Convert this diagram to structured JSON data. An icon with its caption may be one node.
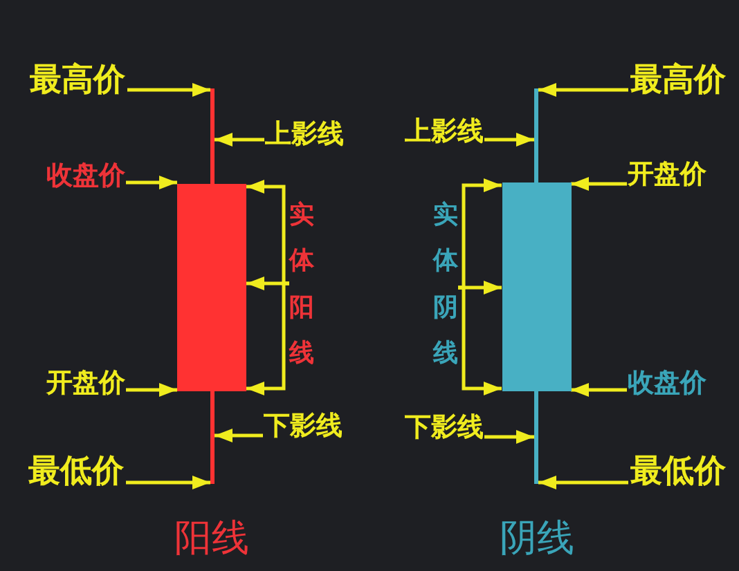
{
  "diagram": {
    "nodes": [
      {
        "text": [
          "最高价"
        ]
      },
      {
        "text": [
          "上影线"
        ]
      },
      {
        "text": [
          "收盘价"
        ]
      },
      {
        "text": [
          "实体阳线"
        ]
      },
      {
        "text": [
          "开盘价"
        ]
      },
      {
        "text": [
          "下影线"
        ]
      },
      {
        "text": [
          "最低价"
        ]
      },
      {
        "text": [],
        "shape": "line"
      },
      {
        "text": [],
        "shape": "box"
      },
      {
        "text": [],
        "shape": "line"
      },
      {
        "text": [
          "最高价"
        ]
      },
      {
        "text": [
          "上影线"
        ]
      },
      {
        "text": [
          "开盘价"
        ]
      },
      {
        "text": [
          "实体阴线"
        ]
      },
      {
        "text": [
          "收盘价"
        ]
      },
      {
        "text": [
          "下影线"
        ]
      },
      {
        "text": [
          "最低价"
        ]
      },
      {
        "text": [],
        "shape": "line"
      },
      {
        "text": [],
        "shape": "box"
      },
      {
        "text": [],
        "shape": "line"
      }
    ],
    "edges": [
      {
        "from": 0,
        "to": 7,
        "arrow": "to"
      },
      {
        "from": 1,
        "to": 7,
        "arrow": "to"
      },
      {
        "from": 2,
        "to": 8,
        "arrow": "to"
      },
      {
        "from": 3,
        "to": 8,
        "arrow": "to"
      },
      {
        "from": 3,
        "to": 8,
        "arrow": "to"
      },
      {
        "from": 3,
        "to": 8,
        "arrow": "to"
      },
      {
        "from": 4,
        "to": 8,
        "arrow": "to"
      },
      {
        "from": 5,
        "to": 9,
        "arrow": "to"
      },
      {
        "from": 6,
        "to": 9,
        "arrow": "to"
      },
      {
        "from": 10,
        "to": 17,
        "arrow": "to"
      },
      {
        "from": 11,
        "to": 17,
        "arrow": "to"
      },
      {
        "from": 12,
        "to": 18,
        "arrow": "to"
      },
      {
        "from": 13,
        "to": 18,
        "arrow": "to"
      },
      {
        "from": 13,
        "to": 18,
        "arrow": "to"
      },
      {
        "from": 13,
        "to": 18,
        "arrow": "to"
      },
      {
        "from": 14,
        "to": 18,
        "arrow": "to"
      },
      {
        "from": 15,
        "to": 19,
        "arrow": "to"
      },
      {
        "from": 16,
        "to": 19,
        "arrow": "to"
      }
    ],
    "labels": [
      "阳线",
      "阴线"
    ]
  }
}
